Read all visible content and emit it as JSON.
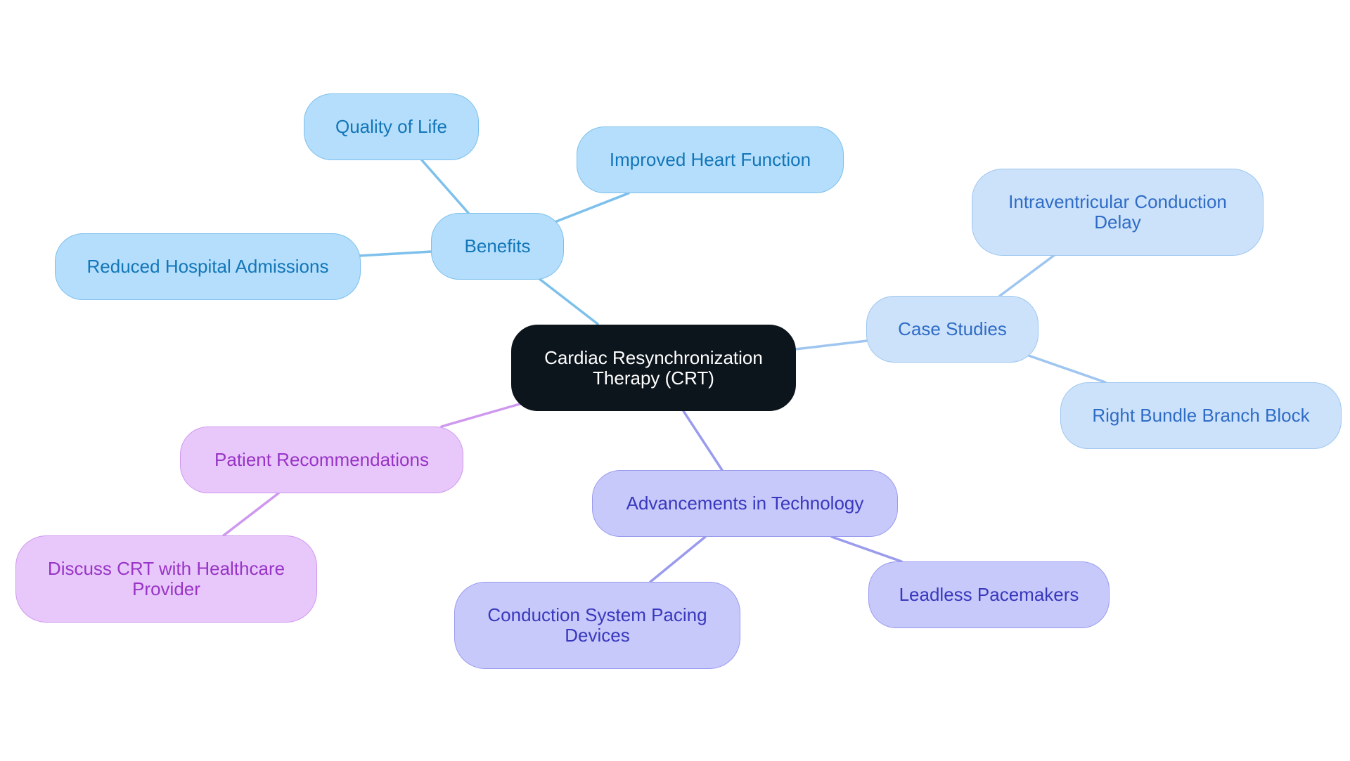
{
  "diagram": {
    "root": {
      "label": "Cardiac Resynchronization Therapy (CRT)"
    },
    "colors": {
      "benefits_branch": "#7dc0ec",
      "cases_branch": "#9ec6f0",
      "tech_branch": "#9a9bee",
      "patient_branch": "#cf98ef",
      "root_fill": "#0c141c"
    },
    "branches": {
      "benefits": {
        "label": "Benefits",
        "children": [
          "Quality of Life",
          "Improved Heart Function",
          "Reduced Hospital Admissions"
        ]
      },
      "case_studies": {
        "label": "Case Studies",
        "children": [
          "Intraventricular Conduction Delay",
          "Right Bundle Branch Block"
        ]
      },
      "technology": {
        "label": "Advancements in Technology",
        "children": [
          "Conduction System Pacing Devices",
          "Leadless Pacemakers"
        ]
      },
      "patients": {
        "label": "Patient Recommendations",
        "children": [
          "Discuss CRT with Healthcare Provider"
        ]
      }
    }
  }
}
